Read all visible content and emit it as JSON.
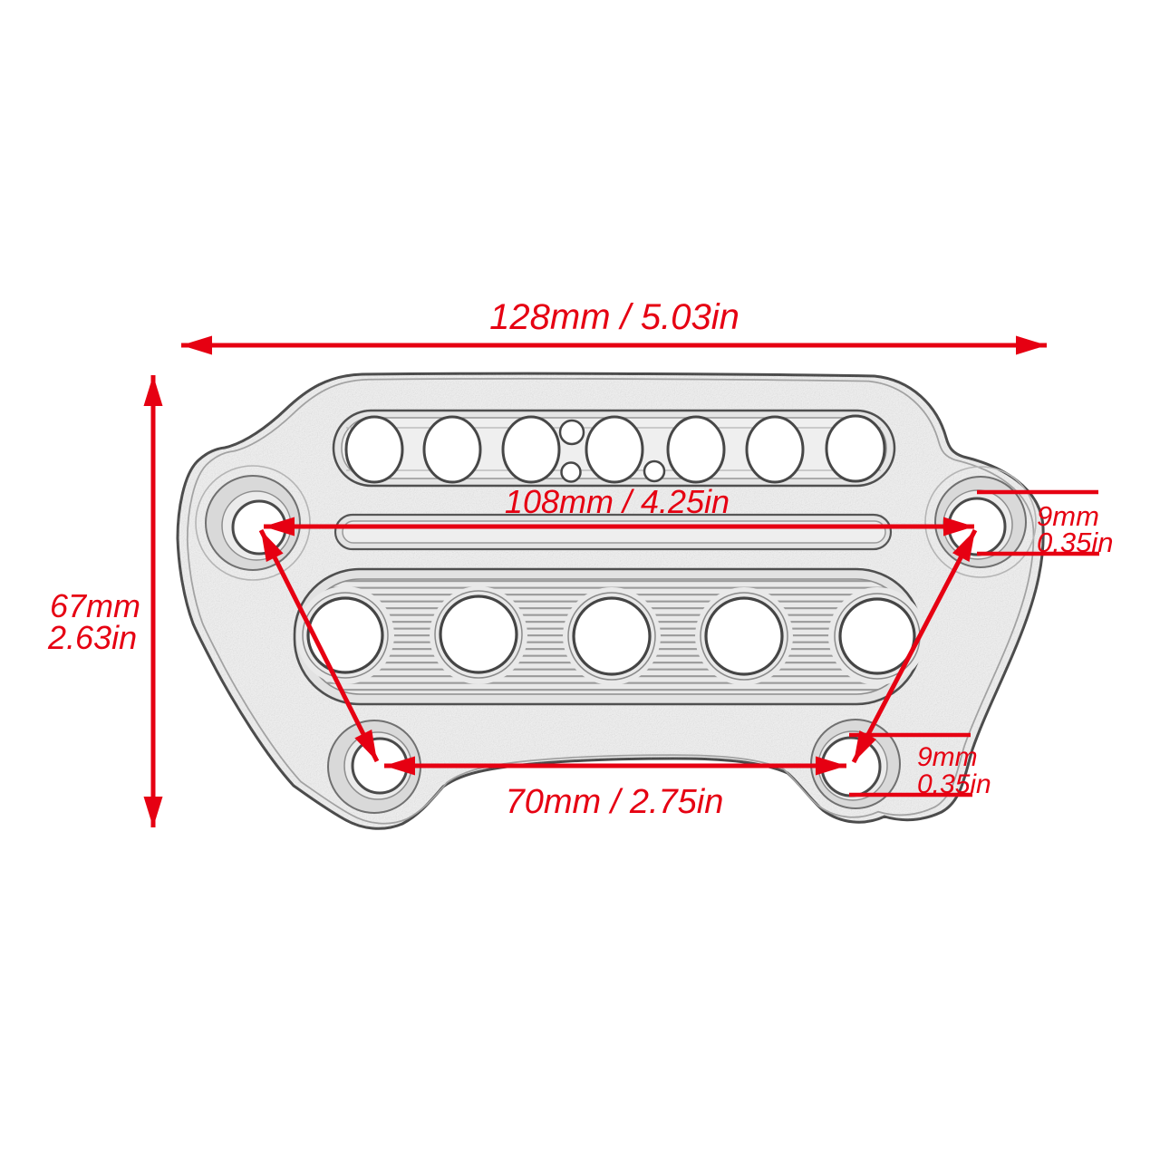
{
  "style": {
    "annotation_color": "#e60012",
    "sketch_line_color": "#4a4a4a",
    "plate_fill_color": "#ededed",
    "background_color": "#ffffff"
  },
  "figure": {
    "description": "Hand-sketch style technical drawing of a handlebar top clamp plate with four counterbored mounting holes, a seven-hole upper slot, a thin center groove and a five-hole ribbed lower recess",
    "upper_slot_hole_count": 7,
    "lower_recess_hole_count": 5,
    "mounting_hole_count": 4
  },
  "dimensions": {
    "overall_width": {
      "label": "128mm / 5.03in"
    },
    "overall_height": {
      "label_mm": "67mm",
      "label_in": "2.63in"
    },
    "upper_hole_spacing": {
      "label": "108mm / 4.25in"
    },
    "lower_hole_spacing": {
      "label": "70mm / 2.75in"
    },
    "upper_right_hole_diameter": {
      "label_mm": "9mm",
      "label_in": "0.35in"
    },
    "lower_right_hole_diameter": {
      "label_mm": "9mm",
      "label_in": "0.35in"
    }
  }
}
